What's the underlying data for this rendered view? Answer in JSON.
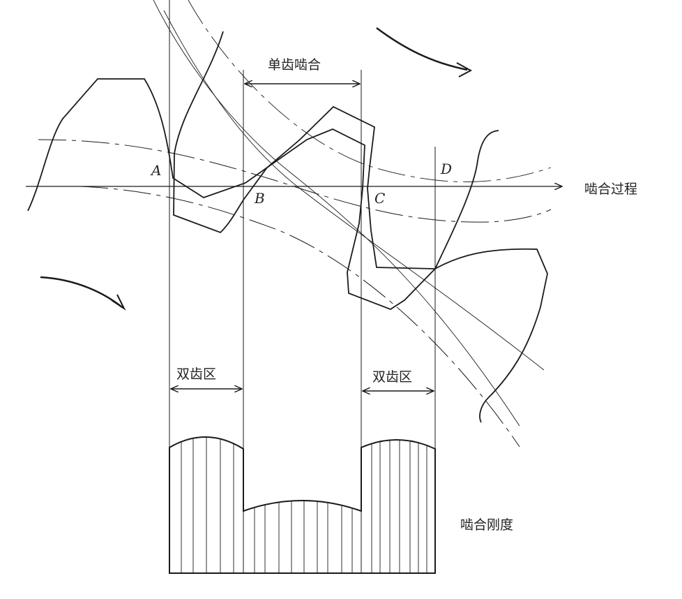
{
  "labels": {
    "single_tooth_mesh": "单齿啮合",
    "meshing_process": "啮合过程",
    "double_tooth_zone_left": "双齿区",
    "double_tooth_zone_right": "双齿区",
    "mesh_stiffness": "啮合刚度"
  },
  "points": {
    "a": "A",
    "b": "B",
    "c": "C",
    "d": "D"
  },
  "colors": {
    "line": "#1a1a1a",
    "background": "#ffffff"
  }
}
